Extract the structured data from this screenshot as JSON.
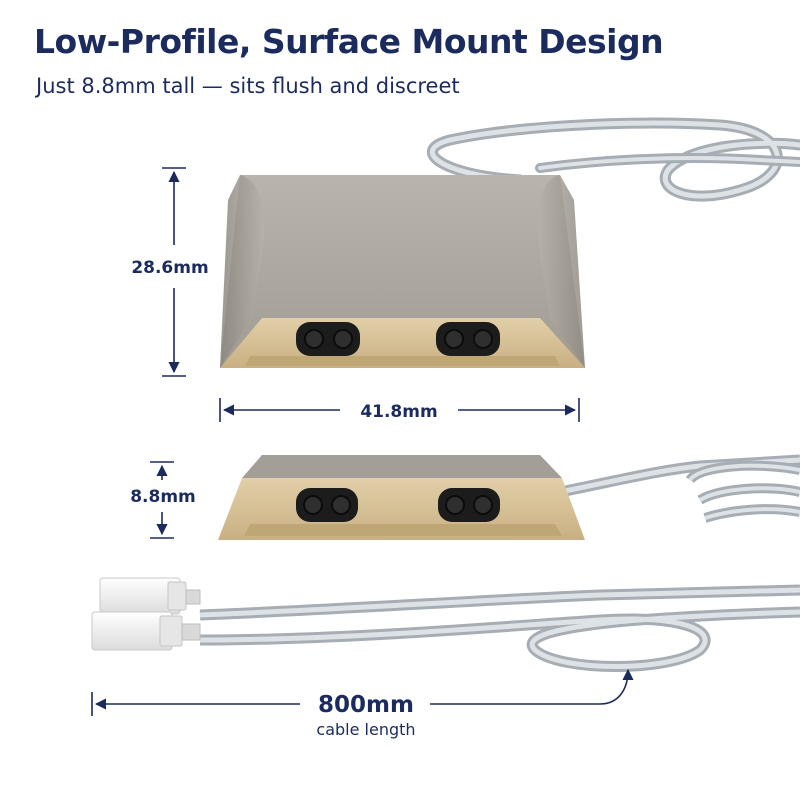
{
  "headline": "Low-Profile, Surface Mount Design",
  "subheadline": "Just 8.8mm tall — sits flush and discreet",
  "dimensions": {
    "height": "28.6mm",
    "width": "41.8mm",
    "thickness": "8.8mm",
    "cable_value": "800mm",
    "cable_caption": "cable length"
  },
  "colors": {
    "text_navy": "#1c2b5e",
    "housing_silver": "#a9a49c",
    "face_brass": "#d7c096",
    "cable_clear": "#bfc6cc",
    "connector_white": "#f3f3f3",
    "sensor_black": "#1c1c1c"
  }
}
